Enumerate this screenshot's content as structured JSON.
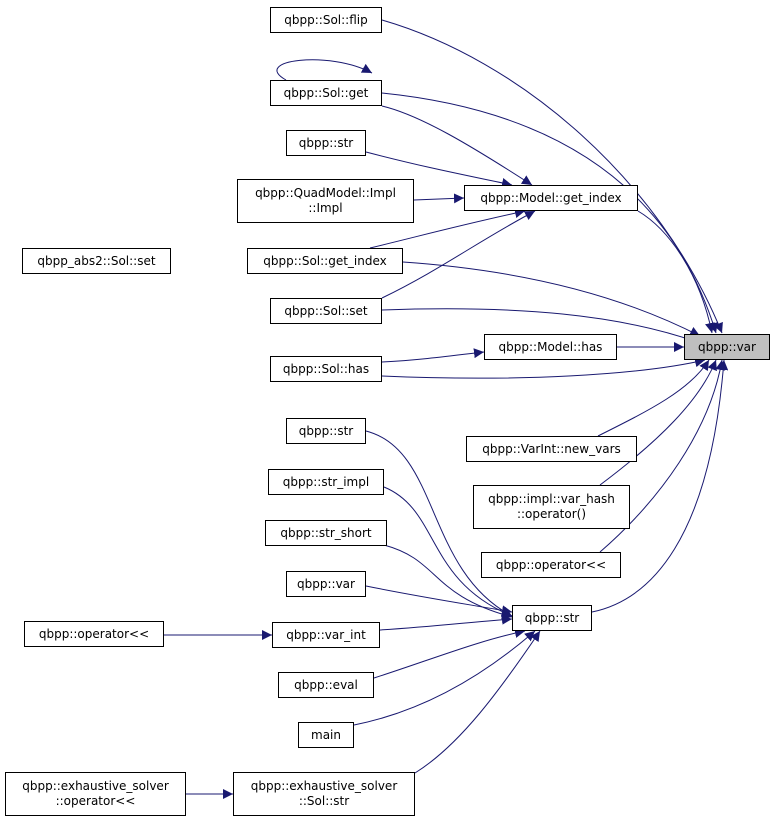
{
  "colors": {
    "edge": "#191970",
    "node_border": "#000000",
    "node_fill": "#ffffff",
    "target_fill": "#bfbfbf"
  },
  "nodes": {
    "sol_flip": {
      "lines": [
        "qbpp::Sol::flip"
      ]
    },
    "sol_get": {
      "lines": [
        "qbpp::Sol::get"
      ]
    },
    "str_1": {
      "lines": [
        "qbpp::str"
      ]
    },
    "quadmodel_impl": {
      "lines": [
        "qbpp::QuadModel::Impl",
        "::Impl"
      ]
    },
    "model_get_index": {
      "lines": [
        "qbpp::Model::get_index"
      ]
    },
    "abs2_sol_set": {
      "lines": [
        "qbpp_abs2::Sol::set"
      ]
    },
    "sol_get_index": {
      "lines": [
        "qbpp::Sol::get_index"
      ]
    },
    "sol_set": {
      "lines": [
        "qbpp::Sol::set"
      ]
    },
    "model_has": {
      "lines": [
        "qbpp::Model::has"
      ]
    },
    "var_target": {
      "lines": [
        "qbpp::var"
      ]
    },
    "sol_has": {
      "lines": [
        "qbpp::Sol::has"
      ]
    },
    "str_2": {
      "lines": [
        "qbpp::str"
      ]
    },
    "varint_new_vars": {
      "lines": [
        "qbpp::VarInt::new_vars"
      ]
    },
    "str_impl": {
      "lines": [
        "qbpp::str_impl"
      ]
    },
    "var_hash_op": {
      "lines": [
        "qbpp::impl::var_hash",
        "::operator()"
      ]
    },
    "str_short": {
      "lines": [
        "qbpp::str_short"
      ]
    },
    "operator_ll_1": {
      "lines": [
        "qbpp::operator<<"
      ]
    },
    "var_2": {
      "lines": [
        "qbpp::var"
      ]
    },
    "str_center": {
      "lines": [
        "qbpp::str"
      ]
    },
    "operator_ll_2": {
      "lines": [
        "qbpp::operator<<"
      ]
    },
    "var_int": {
      "lines": [
        "qbpp::var_int"
      ]
    },
    "eval": {
      "lines": [
        "qbpp::eval"
      ]
    },
    "main": {
      "lines": [
        "main"
      ]
    },
    "ex_solver_op": {
      "lines": [
        "qbpp::exhaustive_solver",
        "::operator<<"
      ]
    },
    "ex_solver_sol_str": {
      "lines": [
        "qbpp::exhaustive_solver",
        "::Sol::str"
      ]
    }
  }
}
